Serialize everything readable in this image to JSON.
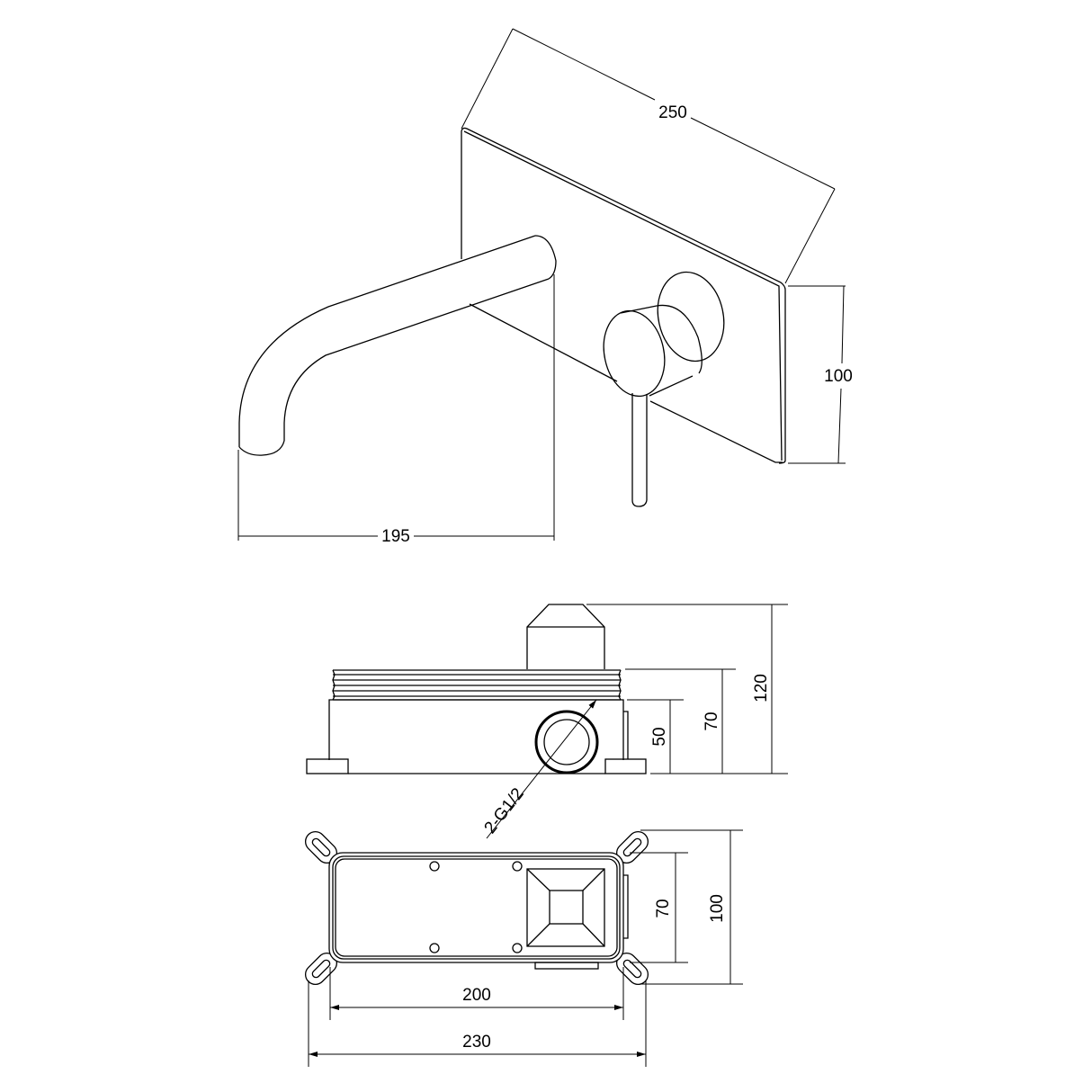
{
  "colors": {
    "line": "#000000",
    "background": "#ffffff"
  },
  "views": {
    "faucet_perspective": {
      "dimensions": {
        "plate_width": "250",
        "plate_height": "100",
        "spout_projection": "195"
      }
    },
    "valve_side": {
      "dimensions": {
        "total_height": "120",
        "thread_height": "70",
        "inlet_height": "50",
        "inlet_thread": "2-G1/2"
      }
    },
    "valve_front": {
      "dimensions": {
        "inner_height": "70",
        "outer_height": "100",
        "inner_width": "200",
        "outer_width": "230"
      }
    }
  }
}
